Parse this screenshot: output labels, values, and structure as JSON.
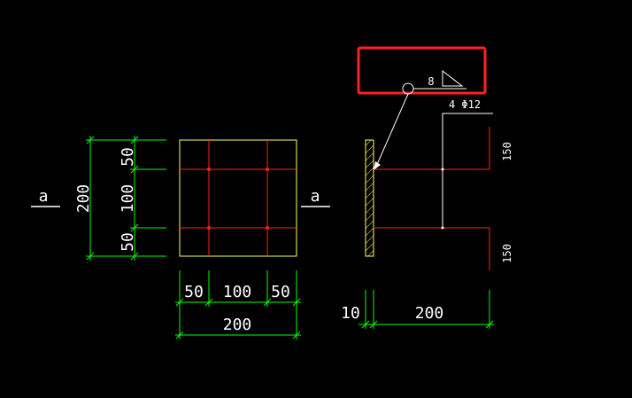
{
  "colors": {
    "background": "#000000",
    "dimension": "#00ff00",
    "rebar": "#ff2020",
    "plate": "#ffff66",
    "text": "#ffffff",
    "highlight": "#ff2020"
  },
  "plan": {
    "section_mark_left": "a",
    "section_mark_right": "a",
    "vertical_dims": [
      "50",
      "100",
      "50"
    ],
    "vertical_total": "200",
    "horizontal_dims": [
      "50",
      "100",
      "50"
    ],
    "horizontal_total": "200"
  },
  "section": {
    "weld_size": "8",
    "rebar_label": "4 Φ12",
    "bend_top": "150",
    "bend_bottom": "150",
    "plate_thickness": "10",
    "anchor_length": "200"
  }
}
